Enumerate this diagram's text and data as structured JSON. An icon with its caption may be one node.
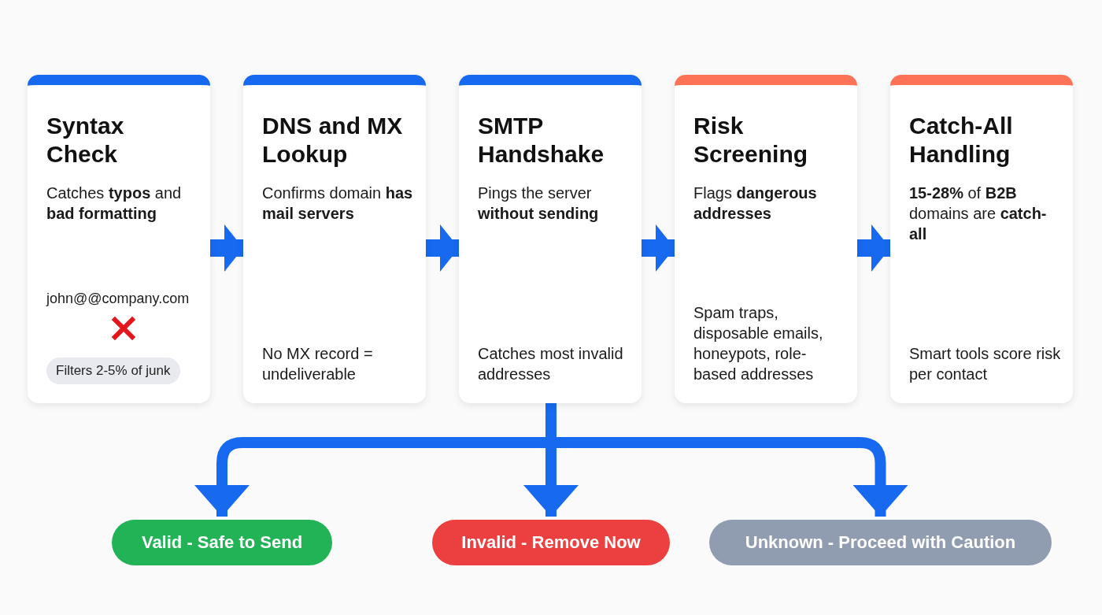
{
  "diagram": {
    "nodes": [
      {
        "text": [
          "Syntax Check",
          "Catches **typos** and **bad formatting**",
          "john@@company.com"
        ]
      },
      {
        "text": [
          "Filters 2-5% of junk"
        ],
        "in": 0
      },
      {
        "text": [
          "DNS and MX Lookup",
          "Confirms domain **has mail servers**",
          "No MX record = undeliverable"
        ]
      },
      {
        "text": [
          "SMTP Handshake",
          "Pings the server **without sending**",
          "Catches most invalid addresses"
        ]
      },
      {
        "text": [
          "Risk Screening",
          "Flags **dangerous addresses**",
          "Spam traps, disposable emails, honeypots, role-based addresses"
        ]
      },
      {
        "text": [
          "Catch-All Handling",
          "**15-28%** of **B2B** domains are **catch-all**",
          "Smart tools score risk per contact"
        ]
      },
      {
        "text": [
          "Valid - Safe to Send"
        ]
      },
      {
        "text": [
          "Invalid - Remove Now"
        ]
      },
      {
        "text": [
          "Unknown - Proceed with Caution"
        ]
      }
    ],
    "edges": [
      {
        "from": 0,
        "to": 2,
        "arrow": "to"
      },
      {
        "from": 2,
        "to": 3,
        "arrow": "to"
      },
      {
        "from": 3,
        "to": 4,
        "arrow": "to"
      },
      {
        "from": 4,
        "to": 5,
        "arrow": "to"
      },
      {
        "from": 3,
        "to": 6,
        "arrow": "to"
      },
      {
        "from": 3,
        "to": 7,
        "arrow": "to"
      },
      {
        "from": 3,
        "to": 8,
        "arrow": "to"
      }
    ]
  }
}
